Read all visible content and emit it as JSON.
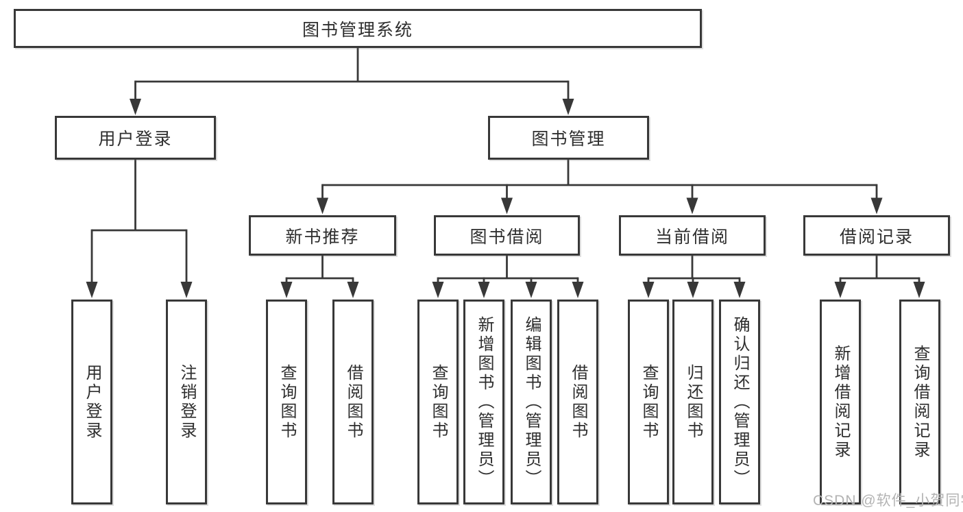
{
  "diagram": {
    "title": "图书管理系统",
    "watermark": "CSDN @软件_小贺同学",
    "colors": {
      "line": "#383838",
      "box_border": "#383838",
      "box_fill": "#ffffff",
      "text": "#2e2e2e",
      "watermark": "#b3b3b3"
    },
    "nodes": {
      "root": "图书管理系统",
      "level2": [
        "用户登录",
        "图书管理"
      ],
      "level3": [
        "新书推荐",
        "图书借阅",
        "当前借阅",
        "借阅记录"
      ],
      "leaves": [
        "用户登录",
        "注销登录",
        "查询图书",
        "借阅图书",
        "查询图书",
        "新增图书（管理员）",
        "编辑图书（管理员）",
        "借阅图书",
        "查询图书",
        "归还图书",
        "确认归还（管理员）",
        "新增借阅记录",
        "查询借阅记录"
      ]
    },
    "tree": {
      "图书管理系统": {
        "用户登录": [
          "用户登录",
          "注销登录"
        ],
        "图书管理": {
          "新书推荐": [
            "查询图书",
            "借阅图书"
          ],
          "图书借阅": [
            "查询图书",
            "新增图书（管理员）",
            "编辑图书（管理员）",
            "借阅图书"
          ],
          "当前借阅": [
            "查询图书",
            "归还图书",
            "确认归还（管理员）"
          ],
          "借阅记录": [
            "新增借阅记录",
            "查询借阅记录"
          ]
        }
      }
    }
  }
}
